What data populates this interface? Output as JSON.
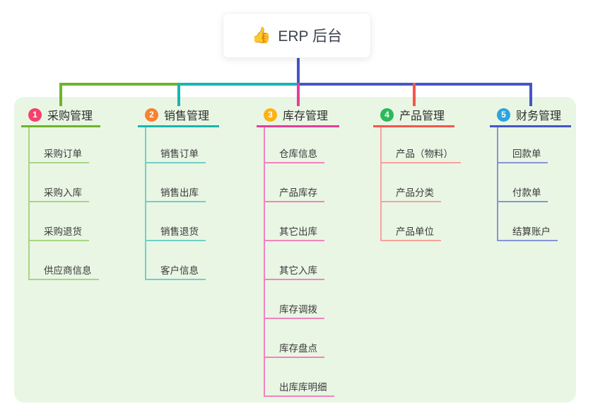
{
  "root": {
    "icon": "👍",
    "label": "ERP 后台"
  },
  "connector_colors": {
    "root_line": "#4456c7"
  },
  "panel_color": "#e9f6e4",
  "branches": [
    {
      "num": "1",
      "label": "采购管理",
      "circle_color": "#f4426b",
      "line_color": "#6fb42c",
      "child_line_color": "#a8d584",
      "children": [
        "采购订单",
        "采购入库",
        "采购退货",
        "供应商信息"
      ]
    },
    {
      "num": "2",
      "label": "销售管理",
      "circle_color": "#f9812f",
      "line_color": "#19b6ad",
      "child_line_color": "#6fd0c8",
      "children": [
        "销售订单",
        "销售出库",
        "销售退货",
        "客户信息"
      ]
    },
    {
      "num": "3",
      "label": "库存管理",
      "circle_color": "#fcb215",
      "line_color": "#e83d98",
      "child_line_color": "#f183be",
      "children": [
        "仓库信息",
        "产品库存",
        "其它出库",
        "其它入库",
        "库存调拨",
        "库存盘点",
        "出库库明细"
      ]
    },
    {
      "num": "4",
      "label": "产品管理",
      "circle_color": "#2eb85c",
      "line_color": "#f5564b",
      "child_line_color": "#f9a29c",
      "children": [
        "产品（物料）",
        "产品分类",
        "产品单位"
      ]
    },
    {
      "num": "5",
      "label": "财务管理",
      "circle_color": "#29a6e0",
      "line_color": "#4456c7",
      "child_line_color": "#8595d8",
      "children": [
        "回款单",
        "付款单",
        "结算账户"
      ]
    }
  ]
}
